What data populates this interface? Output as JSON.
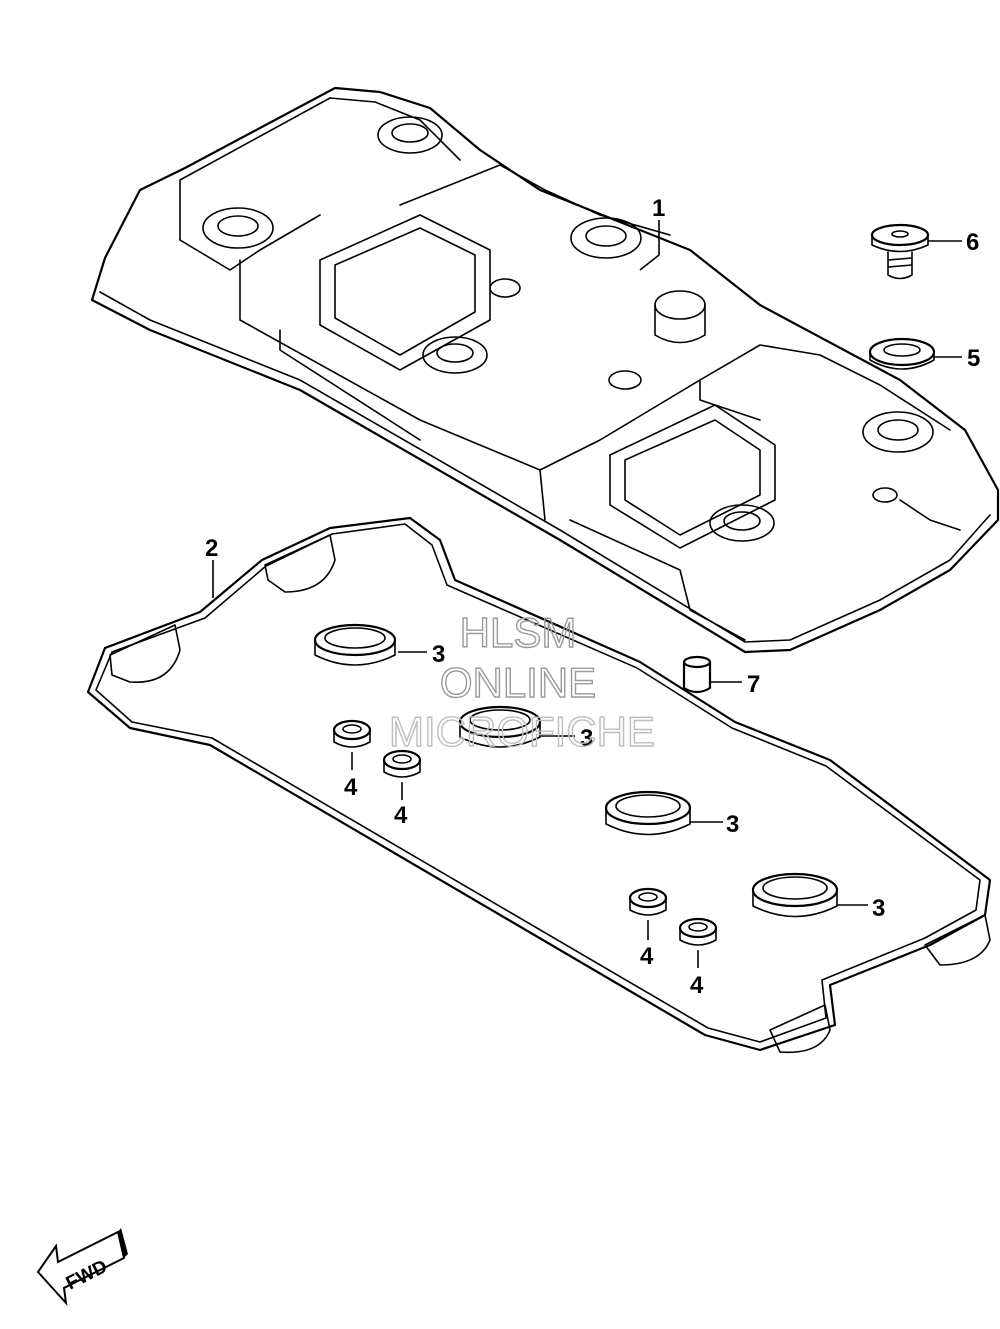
{
  "callouts": {
    "c1": "1",
    "c2": "2",
    "c3a": "3",
    "c3b": "3",
    "c3c": "3",
    "c3d": "3",
    "c4a": "4",
    "c4b": "4",
    "c4c": "4",
    "c4d": "4",
    "c5": "5",
    "c6": "6",
    "c7": "7"
  },
  "watermark": {
    "line1": "HLSM",
    "line2": "ONLINE",
    "line3": "MICROFICHE"
  },
  "direction_arrow": {
    "label": "FWD"
  },
  "colors": {
    "line": "#000000",
    "background": "#ffffff",
    "watermark": "#9a9a9a"
  }
}
